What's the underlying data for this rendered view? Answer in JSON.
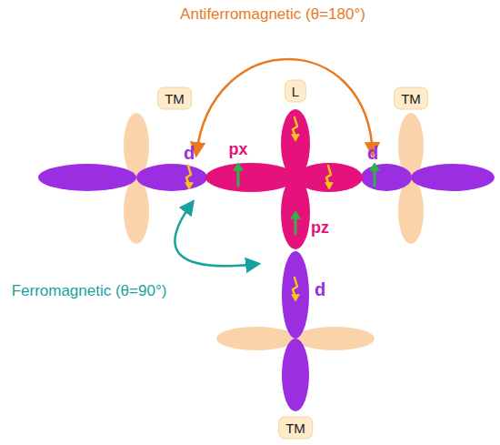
{
  "diagram": {
    "nodes": [
      {
        "text": [
          "TM"
        ]
      },
      {
        "text": [
          "L"
        ]
      },
      {
        "text": [
          "TM"
        ]
      },
      {
        "text": [
          "TM"
        ]
      }
    ],
    "labels": [
      "Antiferromagnetic (θ=180°)",
      "d",
      "px",
      "d",
      "pz",
      "Ferromagnetic (θ=90°)",
      "d"
    ]
  }
}
